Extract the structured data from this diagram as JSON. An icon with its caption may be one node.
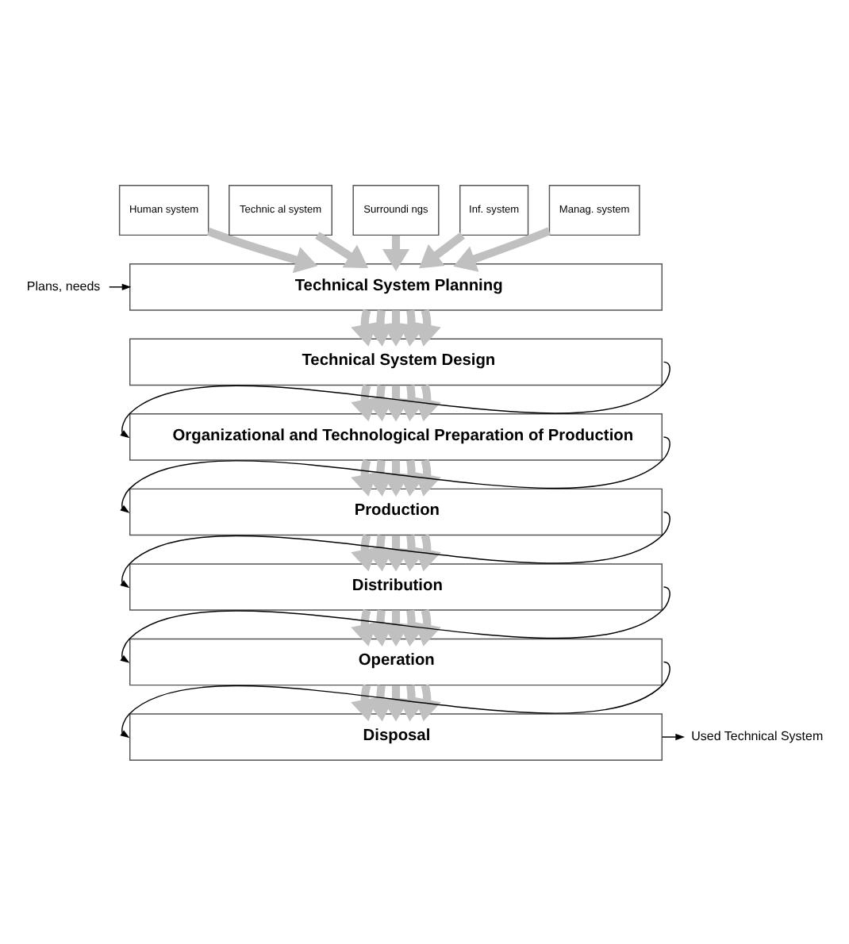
{
  "diagram": {
    "nodes": [
      {
        "text": [
          "Human system"
        ]
      },
      {
        "text": [
          "Technic al system"
        ]
      },
      {
        "text": [
          "Surroundi ngs"
        ]
      },
      {
        "text": [
          "Inf. system"
        ]
      },
      {
        "text": [
          "Manag. system"
        ]
      },
      {
        "text": [
          "Technical System Planning"
        ]
      },
      {
        "text": [
          "Technical System Design"
        ]
      },
      {
        "text": [
          "Organizational and Technological Preparation of Production"
        ]
      },
      {
        "text": [
          "Production"
        ]
      },
      {
        "text": [
          "Distribution"
        ]
      },
      {
        "text": [
          "Operation"
        ]
      },
      {
        "text": [
          "Disposal"
        ]
      },
      {
        "text": [
          "Plans, needs"
        ]
      },
      {
        "text": [
          "Used Technical System"
        ]
      }
    ],
    "edges": [
      {
        "from": 0,
        "to": 5,
        "arrow": "to"
      },
      {
        "from": 1,
        "to": 5,
        "arrow": "to"
      },
      {
        "from": 2,
        "to": 5,
        "arrow": "to"
      },
      {
        "from": 3,
        "to": 5,
        "arrow": "to"
      },
      {
        "from": 4,
        "to": 5,
        "arrow": "to"
      },
      {
        "from": 12,
        "to": 5,
        "arrow": "to",
        "color": "#000000"
      },
      {
        "from": 5,
        "to": 6,
        "arrow": "to"
      },
      {
        "from": 5,
        "to": 6,
        "arrow": "to"
      },
      {
        "from": 5,
        "to": 6,
        "arrow": "to"
      },
      {
        "from": 5,
        "to": 6,
        "arrow": "to"
      },
      {
        "from": 5,
        "to": 6,
        "arrow": "to"
      },
      {
        "from": 6,
        "to": 7,
        "arrow": "to"
      },
      {
        "from": 6,
        "to": 7,
        "arrow": "to"
      },
      {
        "from": 6,
        "to": 7,
        "arrow": "to"
      },
      {
        "from": 6,
        "to": 7,
        "arrow": "to"
      },
      {
        "from": 6,
        "to": 7,
        "arrow": "to"
      },
      {
        "from": 6,
        "to": 7,
        "arrow": "to",
        "color": "#000000"
      },
      {
        "from": 7,
        "to": 8,
        "arrow": "to"
      },
      {
        "from": 7,
        "to": 8,
        "arrow": "to"
      },
      {
        "from": 7,
        "to": 8,
        "arrow": "to"
      },
      {
        "from": 7,
        "to": 8,
        "arrow": "to"
      },
      {
        "from": 7,
        "to": 8,
        "arrow": "to"
      },
      {
        "from": 7,
        "to": 8,
        "arrow": "to",
        "color": "#000000"
      },
      {
        "from": 8,
        "to": 9,
        "arrow": "to"
      },
      {
        "from": 8,
        "to": 9,
        "arrow": "to"
      },
      {
        "from": 8,
        "to": 9,
        "arrow": "to"
      },
      {
        "from": 8,
        "to": 9,
        "arrow": "to"
      },
      {
        "from": 8,
        "to": 9,
        "arrow": "to"
      },
      {
        "from": 8,
        "to": 9,
        "arrow": "to",
        "color": "#000000"
      },
      {
        "from": 9,
        "to": 10,
        "arrow": "to"
      },
      {
        "from": 9,
        "to": 10,
        "arrow": "to"
      },
      {
        "from": 9,
        "to": 10,
        "arrow": "to"
      },
      {
        "from": 9,
        "to": 10,
        "arrow": "to"
      },
      {
        "from": 9,
        "to": 10,
        "arrow": "to"
      },
      {
        "from": 9,
        "to": 10,
        "arrow": "to",
        "color": "#000000"
      },
      {
        "from": 10,
        "to": 11,
        "arrow": "to"
      },
      {
        "from": 10,
        "to": 11,
        "arrow": "to"
      },
      {
        "from": 10,
        "to": 11,
        "arrow": "to"
      },
      {
        "from": 10,
        "to": 11,
        "arrow": "to"
      },
      {
        "from": 10,
        "to": 11,
        "arrow": "to"
      },
      {
        "from": 10,
        "to": 11,
        "arrow": "to",
        "color": "#000000"
      },
      {
        "from": 11,
        "to": 13,
        "arrow": "to",
        "color": "#000000"
      }
    ]
  }
}
